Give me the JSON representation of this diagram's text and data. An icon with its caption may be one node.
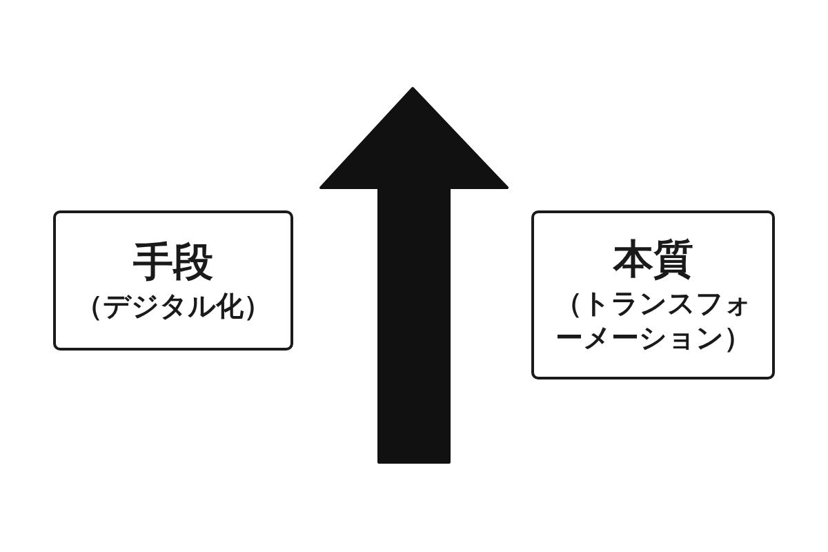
{
  "diagram": {
    "nodes": [
      {
        "text": [
          "手段",
          "（デジタル化）"
        ]
      },
      {
        "text": [
          "本質",
          "（トランスフォーメーション）"
        ]
      }
    ]
  }
}
